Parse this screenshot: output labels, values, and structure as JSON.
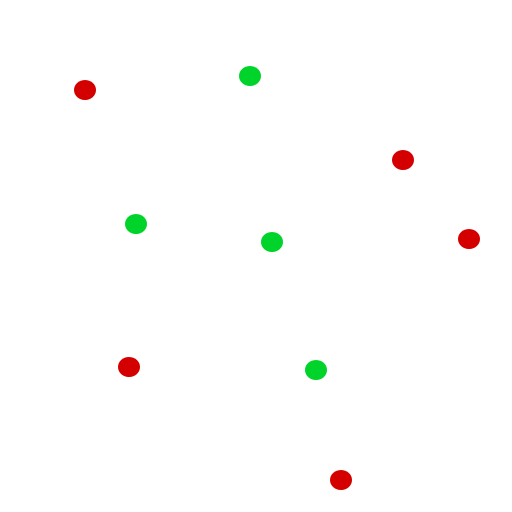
{
  "colors": {
    "background": "#ffffff",
    "red": "#d40000",
    "green": "#00d42a"
  },
  "dots": [
    {
      "color": "red"
    },
    {
      "color": "green"
    },
    {
      "color": "red"
    },
    {
      "color": "green"
    },
    {
      "color": "green"
    },
    {
      "color": "red"
    },
    {
      "color": "red"
    },
    {
      "color": "green"
    },
    {
      "color": "red"
    }
  ]
}
